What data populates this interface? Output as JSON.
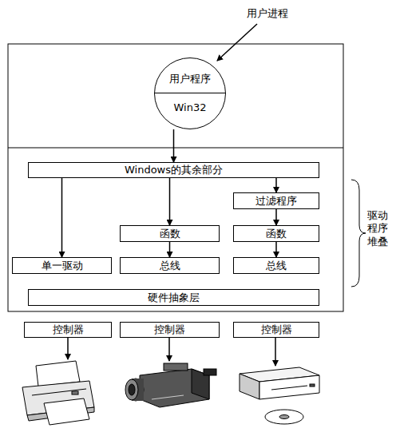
{
  "diagram": {
    "nodes": [
      {
        "text": [
          "用户程序",
          "Win32"
        ]
      },
      {
        "text": [
          "Windows的其余部分"
        ]
      },
      {
        "text": [
          "过滤程序"
        ]
      },
      {
        "text": [
          "函数"
        ]
      },
      {
        "text": [
          "函数"
        ]
      },
      {
        "text": [
          "单一驱动"
        ]
      },
      {
        "text": [
          "总线"
        ]
      },
      {
        "text": [
          "总线"
        ]
      },
      {
        "text": [
          "硬件抽象层"
        ]
      },
      {
        "text": [
          "控制器"
        ]
      },
      {
        "text": [
          "控制器"
        ]
      },
      {
        "text": [
          "控制器"
        ]
      }
    ],
    "edges": [
      {
        "from": 0,
        "to": 1,
        "arrow": "to"
      },
      {
        "from": 1,
        "to": 5,
        "arrow": "to"
      },
      {
        "from": 1,
        "to": 3,
        "arrow": "to"
      },
      {
        "from": 1,
        "to": 2,
        "arrow": "to"
      },
      {
        "from": 3,
        "to": 6,
        "arrow": "to"
      },
      {
        "from": 2,
        "to": 4,
        "arrow": "to"
      },
      {
        "from": 4,
        "to": 7,
        "arrow": "to"
      }
    ],
    "labels": [
      "用户进程",
      "驱动程序堆叠"
    ]
  }
}
